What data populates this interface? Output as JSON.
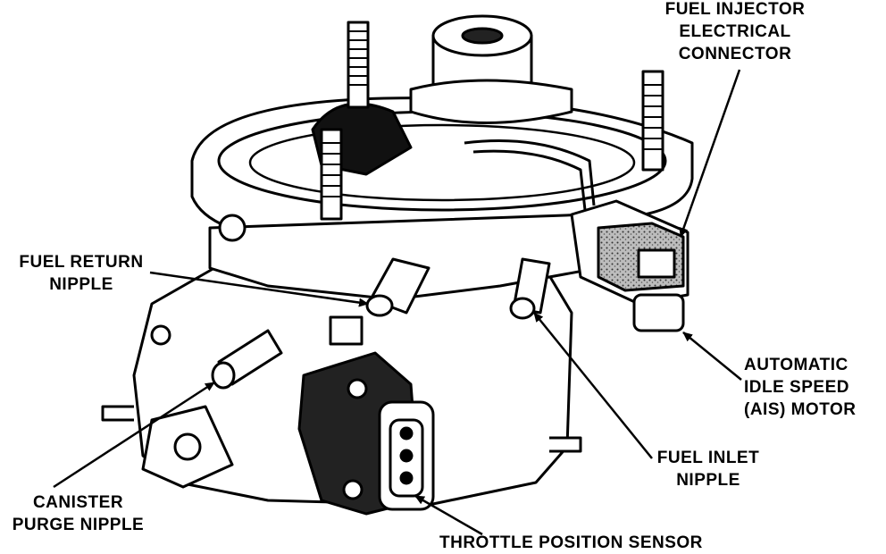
{
  "labels": {
    "fuel_injector_connector": [
      "FUEL INJECTOR",
      "ELECTRICAL",
      "CONNECTOR"
    ],
    "fuel_return_nipple": [
      "FUEL RETURN",
      "NIPPLE"
    ],
    "ais_motor": [
      "AUTOMATIC",
      "IDLE SPEED",
      "(AIS) MOTOR"
    ],
    "fuel_inlet_nipple": [
      "FUEL INLET",
      "NIPPLE"
    ],
    "canister_purge_nipple": [
      "CANISTER",
      "PURGE NIPPLE"
    ],
    "throttle_position_sensor": [
      "THROTTLE POSITION SENSOR"
    ]
  }
}
